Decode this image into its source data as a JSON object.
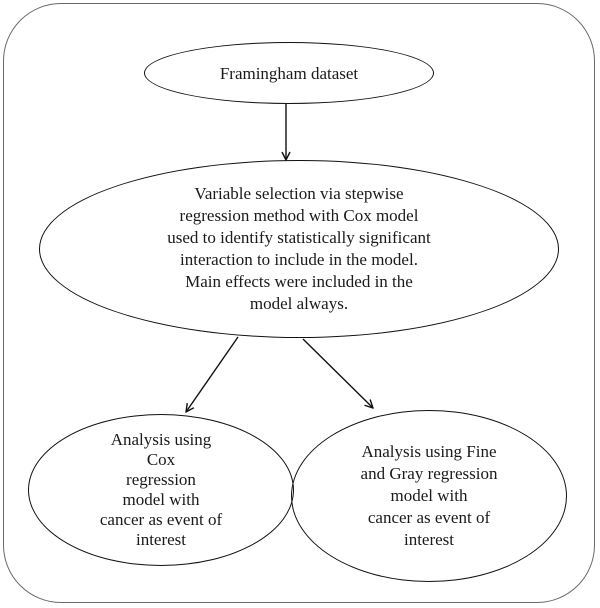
{
  "diagram": {
    "nodes": {
      "top": "Framingham dataset",
      "middle": "Variable selection via stepwise\nregression method with Cox model\nused to identify statistically significant\ninteraction to include in the model.\nMain effects were included in the\nmodel always.",
      "bottom_left": "Analysis using\nCox\nregression\nmodel with\ncancer as event of\ninterest",
      "bottom_right": "Analysis using Fine\nand Gray regression\nmodel with\ncancer as event of\ninterest"
    },
    "edges": [
      {
        "from": "top",
        "to": "middle"
      },
      {
        "from": "middle",
        "to": "bottom_left"
      },
      {
        "from": "middle",
        "to": "bottom_right"
      }
    ]
  }
}
